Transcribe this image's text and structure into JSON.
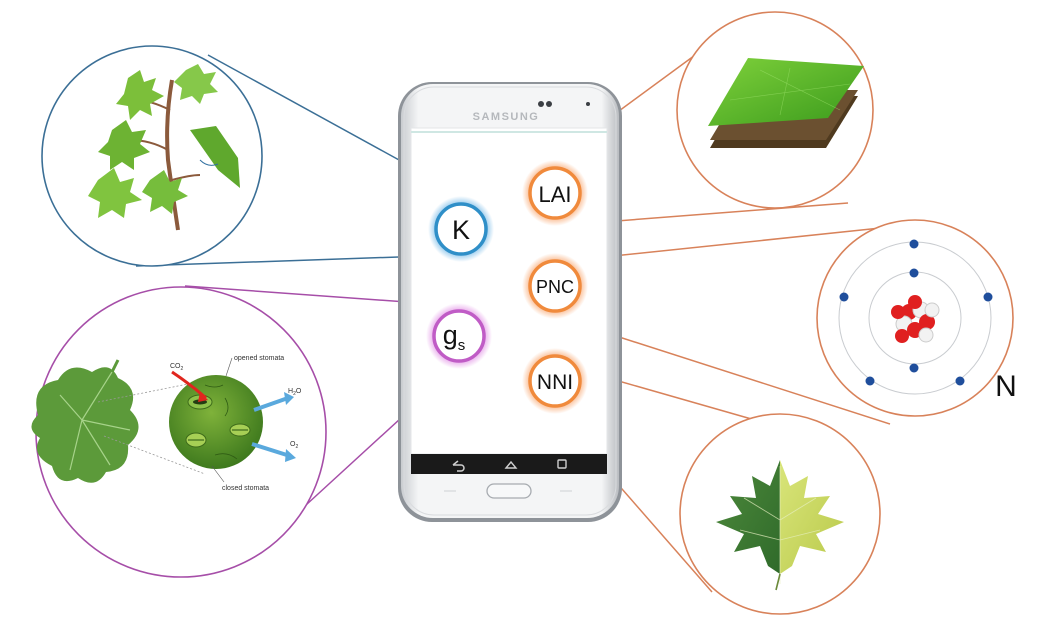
{
  "phone": {
    "brand": "SAMSUNG"
  },
  "parameters": {
    "k": {
      "label": "K",
      "color": "#2f8fc8"
    },
    "gs": {
      "label": "g",
      "subscript": "s",
      "color": "#c05cc6"
    },
    "lai": {
      "label": "LAI",
      "color": "#f08a3c"
    },
    "pnc": {
      "label": "PNC",
      "color": "#f08a3c"
    },
    "nni": {
      "label": "NNI",
      "color": "#f08a3c"
    }
  },
  "stomata_panel": {
    "co2": "CO",
    "co2_sub": "2",
    "h2o_pre": "H",
    "h2o_sub": "2",
    "h2o_post": "O",
    "o2": "O",
    "o2_sub": "2",
    "opened_label": "opened stomata",
    "closed_label": "closed stomata"
  },
  "nitrogen_panel": {
    "symbol": "N"
  },
  "colors": {
    "blue_link": "#3b6f96",
    "purple_link": "#a64ea8",
    "orange_link": "#d8825a"
  }
}
